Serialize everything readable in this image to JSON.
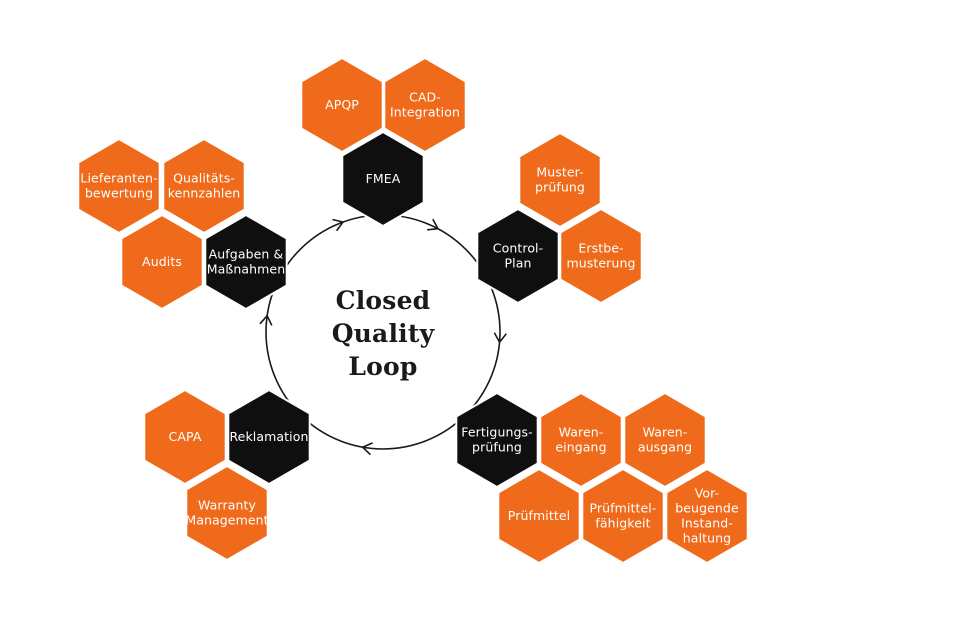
{
  "title": {
    "lines": [
      "Closed",
      "Quality",
      "Loop"
    ]
  },
  "colors": {
    "orange": "#EF6A1A",
    "black": "#0F0F0F",
    "orange_text": "#FFFFFF",
    "black_text": "#FFFFFF",
    "ring": "#1A1A1A"
  },
  "hexagons": [
    {
      "id": "fmea",
      "fill": "black",
      "lines": [
        "FMEA"
      ]
    },
    {
      "id": "apqp",
      "fill": "orange",
      "lines": [
        "APQP"
      ]
    },
    {
      "id": "cad-integration",
      "fill": "orange",
      "lines": [
        "CAD-",
        "Integration"
      ]
    },
    {
      "id": "control-plan",
      "fill": "black",
      "lines": [
        "Control-",
        "Plan"
      ]
    },
    {
      "id": "musterpruefung",
      "fill": "orange",
      "lines": [
        "Muster-",
        "prüfung"
      ]
    },
    {
      "id": "erstbemusterung",
      "fill": "orange",
      "lines": [
        "Erstbe-",
        "musterung"
      ]
    },
    {
      "id": "fertigungspruefung",
      "fill": "black",
      "lines": [
        "Fertigungs-",
        "prüfung"
      ]
    },
    {
      "id": "wareneingang",
      "fill": "orange",
      "lines": [
        "Waren-",
        "eingang"
      ]
    },
    {
      "id": "warenausgang",
      "fill": "orange",
      "lines": [
        "Waren-",
        "ausgang"
      ]
    },
    {
      "id": "pruefmittel",
      "fill": "orange",
      "lines": [
        "Prüfmittel"
      ]
    },
    {
      "id": "pruefmittelfaehigkeit",
      "fill": "orange",
      "lines": [
        "Prüfmittel-",
        "fähigkeit"
      ]
    },
    {
      "id": "vorbeugende-instandhaltung",
      "fill": "orange",
      "lines": [
        "Vor-",
        "beugende",
        "Instand-",
        "haltung"
      ]
    },
    {
      "id": "reklamation",
      "fill": "black",
      "lines": [
        "Reklamation"
      ]
    },
    {
      "id": "capa",
      "fill": "orange",
      "lines": [
        "CAPA"
      ]
    },
    {
      "id": "warranty-management",
      "fill": "orange",
      "lines": [
        "Warranty",
        "Management"
      ]
    },
    {
      "id": "aufgaben-massnahmen",
      "fill": "black",
      "lines": [
        "Aufgaben &",
        "Maßnahmen"
      ]
    },
    {
      "id": "lieferantenbewertung",
      "fill": "orange",
      "lines": [
        "Lieferanten-",
        "bewertung"
      ]
    },
    {
      "id": "qualitaetskennzahlen",
      "fill": "orange",
      "lines": [
        "Qualitäts-",
        "kennzahlen"
      ]
    },
    {
      "id": "audits",
      "fill": "orange",
      "lines": [
        "Audits"
      ]
    }
  ]
}
